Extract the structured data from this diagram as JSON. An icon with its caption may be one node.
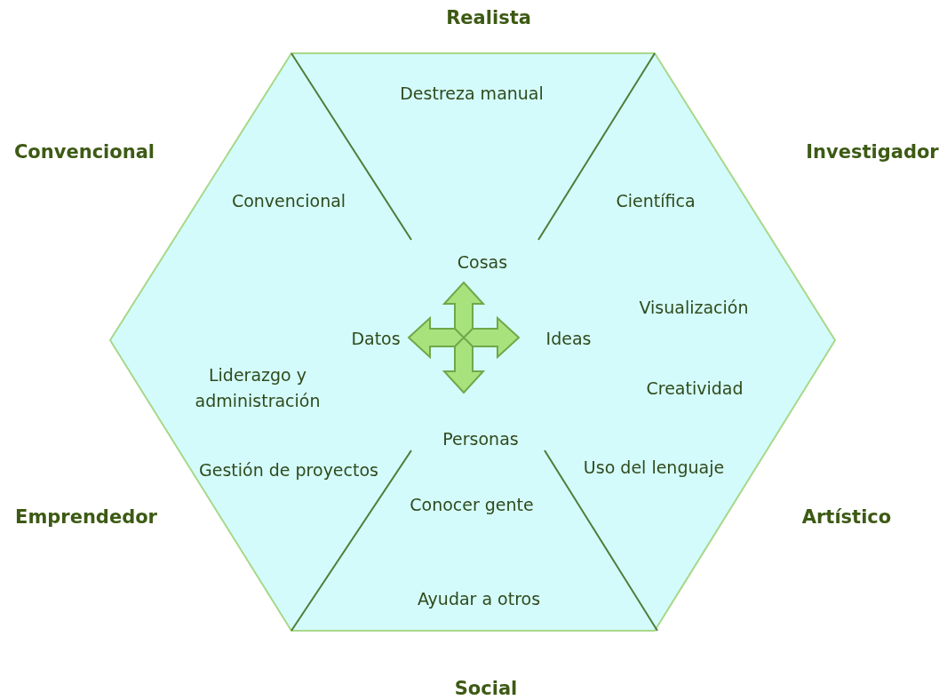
{
  "diagram": {
    "labels": [
      "Realista",
      "Destreza manual",
      "Convencional",
      "Investigador",
      "Convencional",
      "Científica",
      "Cosas",
      "Datos",
      "Ideas",
      "Visualización",
      "Liderazgo y administración",
      "Creatividad",
      "Personas",
      "Gestión de proyectos",
      "Uso del lenguaje",
      "Emprendedor",
      "Conocer gente",
      "Artístico",
      "Ayudar a otros",
      "Social"
    ]
  }
}
